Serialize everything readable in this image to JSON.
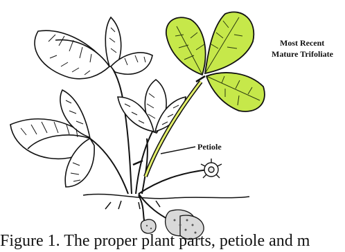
{
  "labels": {
    "most_recent_line1": "Most Recent",
    "most_recent_line2": "Mature Trifoliate",
    "petiole": "Petiole"
  },
  "caption": "Figure 1. The proper plant parts, petiole and m",
  "colors": {
    "highlight_leaf": "#c6e84a",
    "highlight_petiole": "#e4f06a",
    "line_art": "#111111"
  }
}
